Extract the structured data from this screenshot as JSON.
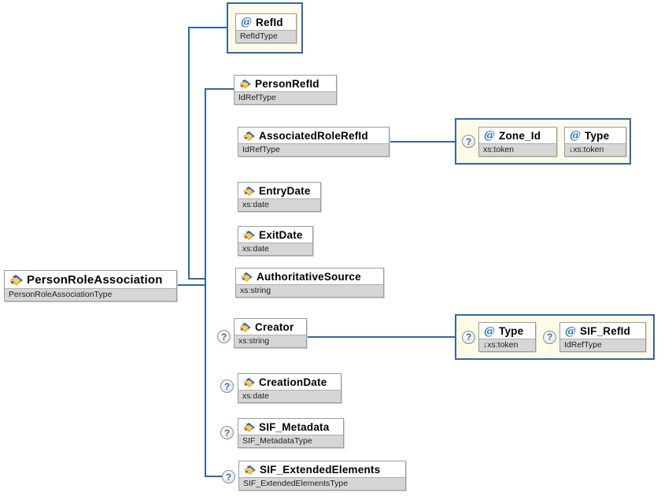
{
  "icons": {
    "attribute_marker": "@",
    "optional_marker": "?",
    "element_icon": "element-diamond-icon"
  },
  "colors": {
    "connector": "#35679a",
    "attr_container_bg": "#fdfbe8",
    "attr_container_border": "#35679a",
    "type_strip_bg": "#d6d6d6",
    "element_icon_gold": "#f2b23c",
    "element_icon_blue": "#2e5fc0",
    "attribute_marker_blue": "#1f6cb0"
  },
  "nodes": {
    "root": {
      "label": "PersonRoleAssociation",
      "type": "PersonRoleAssociationType"
    },
    "refid": {
      "label": "RefId",
      "type": "RefIdType"
    },
    "person_refid": {
      "label": "PersonRefId",
      "type": "IdRefType"
    },
    "associated_role_refid": {
      "label": "AssociatedRoleRefId",
      "type": "IdRefType"
    },
    "zone_id": {
      "label": "Zone_Id",
      "type": "xs:token"
    },
    "zone_type": {
      "label": "Type",
      "type": "↓xs:token"
    },
    "entry_date": {
      "label": "EntryDate",
      "type": "xs:date"
    },
    "exit_date": {
      "label": "ExitDate",
      "type": "xs:date"
    },
    "authoritative_source": {
      "label": "AuthoritativeSource",
      "type": "xs:string"
    },
    "creator": {
      "label": "Creator",
      "type": "xs:string"
    },
    "creator_type": {
      "label": "Type",
      "type": "↓xs:token"
    },
    "sif_refid": {
      "label": "SIF_RefId",
      "type": "IdRefType"
    },
    "creation_date": {
      "label": "CreationDate",
      "type": "xs:date"
    },
    "sif_metadata": {
      "label": "SIF_Metadata",
      "type": "SIF_MetadataType"
    },
    "sif_extended_elements": {
      "label": "SIF_ExtendedElements",
      "type": "SIF_ExtendedElementsType"
    }
  }
}
